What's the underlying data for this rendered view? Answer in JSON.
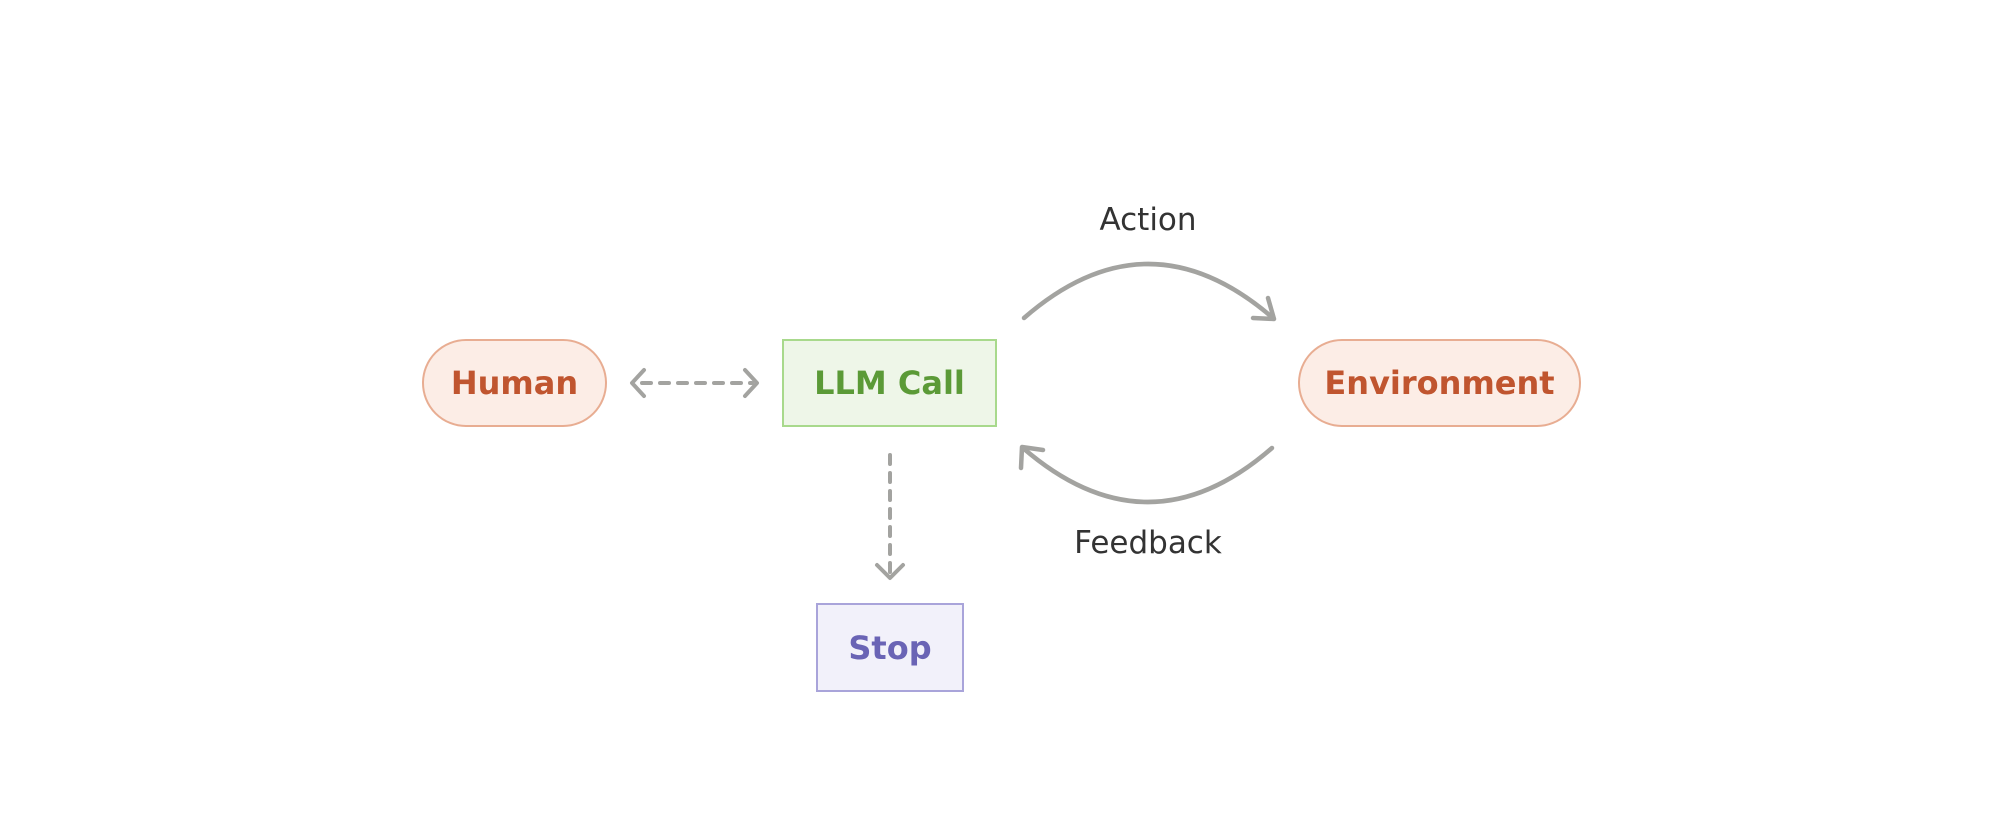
{
  "nodes": {
    "human": {
      "label": "Human",
      "text_color": "#c0552f",
      "fill": "#fcede6",
      "border": "#e8ad92"
    },
    "llm_call": {
      "label": "LLM Call",
      "text_color": "#5b9a37",
      "fill": "#eef6e8",
      "border": "#a8d98c"
    },
    "environment": {
      "label": "Environment",
      "text_color": "#c0552f",
      "fill": "#fcede6",
      "border": "#e8ad92"
    },
    "stop": {
      "label": "Stop",
      "text_color": "#6a64b5",
      "fill": "#f2f1fa",
      "border": "#a9a4da"
    }
  },
  "edges": {
    "action_label": "Action",
    "feedback_label": "Feedback",
    "color": "#a3a3a0"
  }
}
